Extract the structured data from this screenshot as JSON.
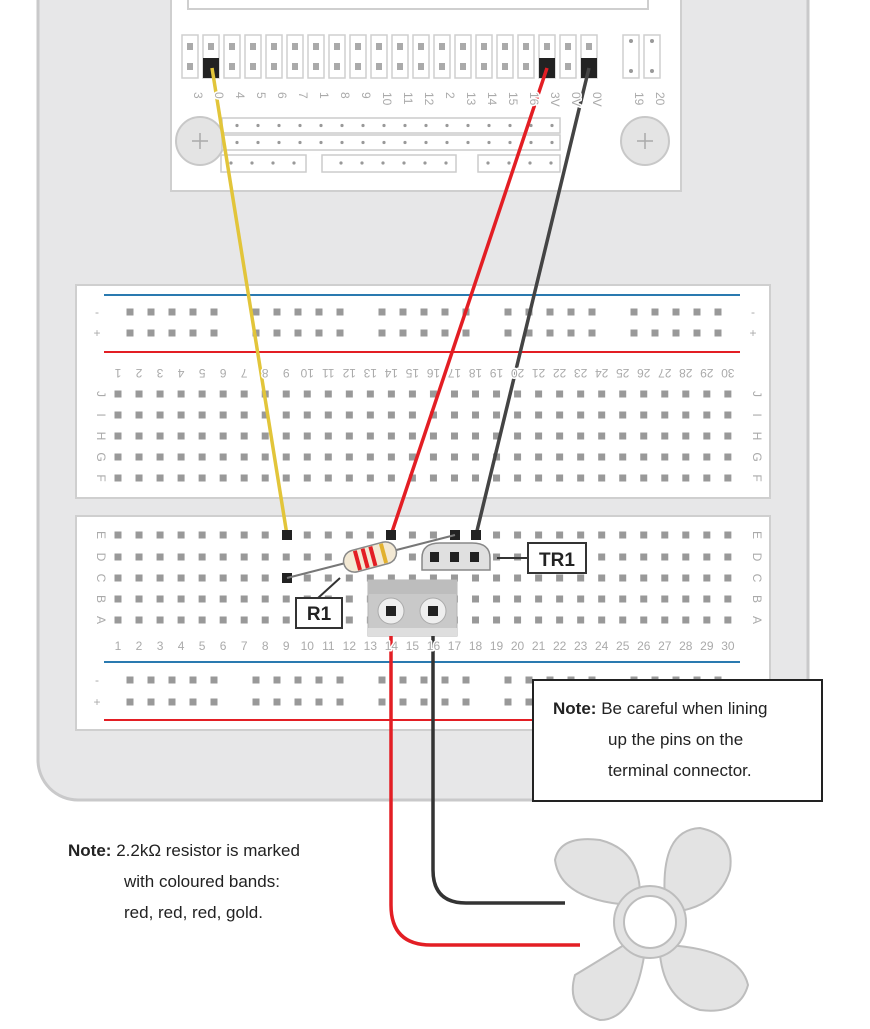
{
  "edge_connector": {
    "pins": [
      "3",
      "0",
      "4",
      "5",
      "6",
      "7",
      "1",
      "8",
      "9",
      "10",
      "11",
      "12",
      "2",
      "13",
      "14",
      "15",
      "16",
      "3V",
      "0V",
      "0V"
    ],
    "extra_pins": [
      "19",
      "20"
    ],
    "connected": [
      "0",
      "3V",
      "0V"
    ]
  },
  "breadboard": {
    "top_rows": [
      "J",
      "I",
      "H",
      "G",
      "F"
    ],
    "bottom_rows": [
      "E",
      "D",
      "C",
      "B",
      "A"
    ],
    "rail_labels": [
      "-",
      "+"
    ],
    "columns": 30
  },
  "components": {
    "resistor_label": "R1",
    "transistor_label": "TR1"
  },
  "wires": {
    "yellow": "#e2c53a",
    "red": "#e31e24",
    "dark": "#444444"
  },
  "notes": {
    "terminal": {
      "label": "Note:",
      "lines": [
        "Be careful when lining",
        "up the pins on the",
        "terminal connector."
      ]
    },
    "resistor": {
      "label": "Note:",
      "lines": [
        "2.2kΩ resistor is marked",
        "with coloured bands:",
        "red, red, red, gold."
      ]
    }
  }
}
